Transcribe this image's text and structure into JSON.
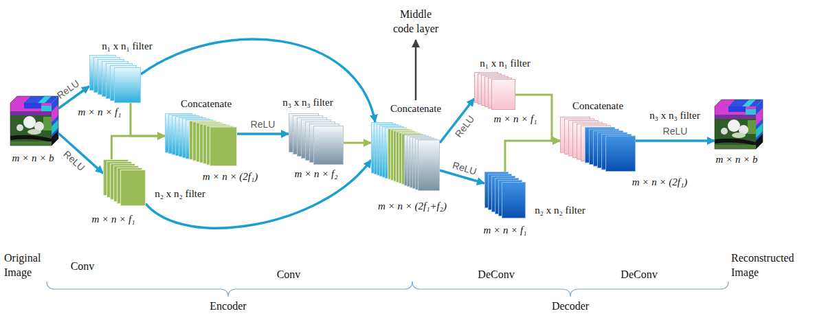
{
  "diagram": {
    "nodes": [
      {
        "text": [
          "m × n × b"
        ]
      },
      {
        "text": [
          "n₁ x n₁ filter",
          "m × n × f₁"
        ]
      },
      {
        "text": [
          "n₂ x n₂ filter",
          "m × n × f₁"
        ]
      },
      {
        "text": [
          "Concatenate",
          "m × n × (2f₁)"
        ]
      },
      {
        "text": [
          "n₃ x n₃ filter",
          "m × n × f₂"
        ]
      },
      {
        "text": [
          "Concatenate",
          "m × n × (2f₁+f₂)"
        ]
      },
      {
        "text": [
          "n₁ x n₁ filter",
          "m × n × f₁"
        ]
      },
      {
        "text": [
          "n₂ x n₂ filter",
          "m × n × f₁"
        ]
      },
      {
        "text": [
          "Concatenate",
          "m × n × (2f₁)"
        ]
      },
      {
        "text": [
          "m × n × b"
        ]
      }
    ],
    "edges": [
      {
        "from": 0,
        "to": 1,
        "label": "ReLU",
        "arrow": "to"
      },
      {
        "from": 0,
        "to": 2,
        "label": "ReLU",
        "arrow": "to"
      },
      {
        "from": 1,
        "to": 3,
        "arrow": "to"
      },
      {
        "from": 2,
        "to": 3,
        "arrow": "to"
      },
      {
        "from": 3,
        "to": 4,
        "label": "ReLU",
        "arrow": "to"
      },
      {
        "from": 4,
        "to": 5,
        "arrow": "to"
      },
      {
        "from": 1,
        "to": 5,
        "arrow": "to"
      },
      {
        "from": 2,
        "to": 5,
        "arrow": "to"
      },
      {
        "from": 5,
        "to": 6,
        "label": "ReLU",
        "arrow": "to"
      },
      {
        "from": 5,
        "to": 7,
        "label": "ReLU",
        "arrow": "to"
      },
      {
        "from": 6,
        "to": 8,
        "arrow": "to"
      },
      {
        "from": 7,
        "to": 8,
        "arrow": "to"
      },
      {
        "from": 8,
        "to": 9,
        "label": "ReLU",
        "arrow": "to"
      }
    ],
    "labels": [
      "Middle code layer",
      "n₃ x n₃ filter",
      "Original Image",
      "Conv",
      "Conv",
      "DeConv",
      "DeConv",
      "Reconstructed Image",
      "Encoder",
      "Decoder"
    ]
  }
}
